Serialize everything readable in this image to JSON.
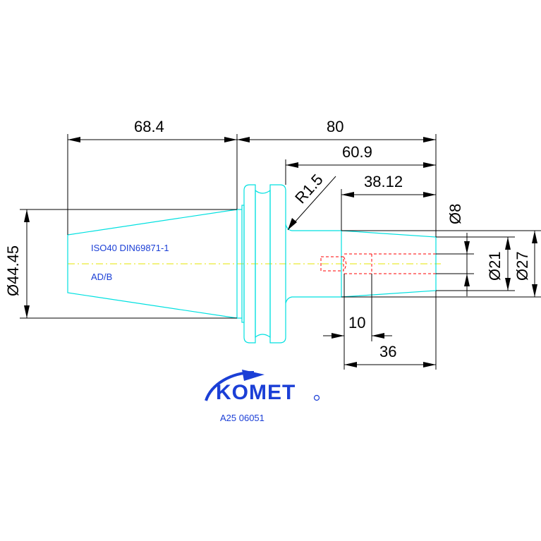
{
  "dimensions": {
    "cone_length": "68.4",
    "overall_length": "80",
    "shank_to_face": "60.9",
    "shank_length": "38.12",
    "radius": "R1.5",
    "flange_diameter": "Ø44.45",
    "bore_diameter": "Ø8",
    "body_diameter": "Ø21",
    "outer_diameter": "Ø27",
    "bore_depth": "10",
    "bore_offset": "36"
  },
  "notes": {
    "standard": "ISO40 DIN69871-1",
    "variant": "AD/B"
  },
  "logo": {
    "brand": "KOMET",
    "part_number": "A25 06051"
  },
  "colors": {
    "part_outline": "#00e0e0",
    "center_line": "#e6e600",
    "hidden_line": "#ff0000",
    "dimension": "#000000",
    "brand": "#1b3fd6"
  }
}
